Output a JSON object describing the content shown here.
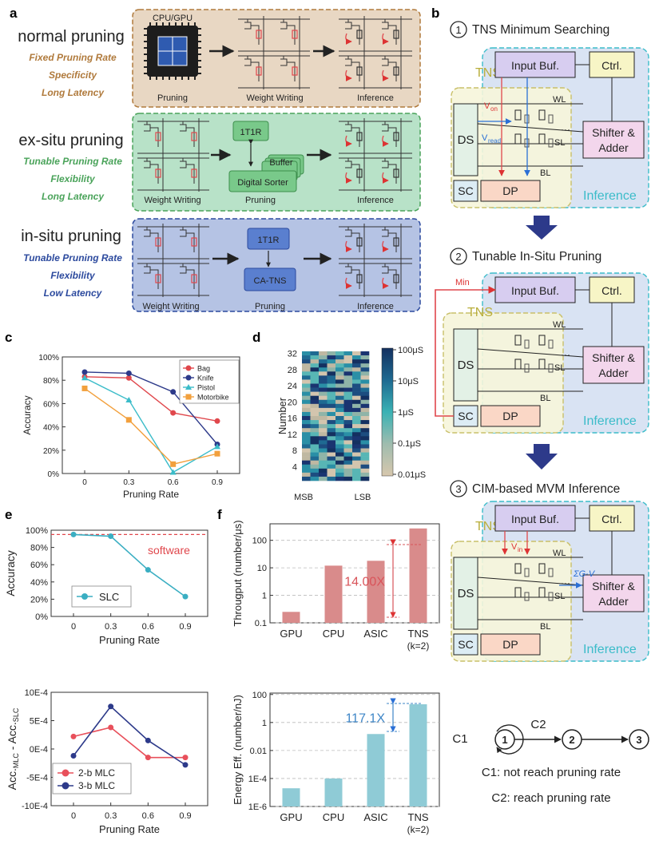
{
  "panel_labels": {
    "a": "a",
    "b": "b",
    "c": "c",
    "d": "d",
    "e": "e",
    "f": "f"
  },
  "colors": {
    "brown_bg": "#e8d7c3",
    "brown": "#b07a3c",
    "green_bg": "#b8e2c8",
    "green": "#4aa35a",
    "blue_bg": "#b5c3e4",
    "blue": "#2c4a9e",
    "red": "#e0474c",
    "navy": "#2d3a8a",
    "teal": "#3bbcc9",
    "orange": "#f2a03d",
    "bar_red": "#d98b8b",
    "bar_teal": "#8fcbd6",
    "inp": "#d7cdf0",
    "ctrl": "#f7f5c6",
    "sa": "#f3d6ec",
    "dp": "#fad7c6",
    "sc": "#dcecf4",
    "tns_bg": "#f6f5da"
  },
  "a": {
    "rows": [
      {
        "title": "normal pruning",
        "traits": [
          "Fixed Pruning Rate",
          "Specificity",
          "Long Latency"
        ],
        "chip": "CPU/GPU",
        "steps": [
          "Pruning",
          "Weight Writing",
          "Inference"
        ]
      },
      {
        "title": "ex-situ pruning",
        "traits": [
          "Tunable Pruning Rate",
          "Flexibility",
          "Long Latency"
        ],
        "steps": [
          "Weight Writing",
          "Pruning",
          "Inference"
        ],
        "box1": "1T1R",
        "box_buf": "Buffer",
        "box_sorter": "Digital Sorter"
      },
      {
        "title": "in-situ pruning",
        "traits": [
          "Tunable Pruning Rate",
          "Flexibility",
          "Low Latency"
        ],
        "steps": [
          "Weight Writing",
          "Pruning",
          "Inference"
        ],
        "box1": "1T1R",
        "box2": "CA-TNS"
      }
    ]
  },
  "b": {
    "steps": [
      {
        "num": "1",
        "title": "TNS Minimum Searching"
      },
      {
        "num": "2",
        "title": "Tunable In-Situ Pruning"
      },
      {
        "num": "3",
        "title": "CIM-based MVM Inference"
      }
    ],
    "blocks": {
      "inp": "Input Buf.",
      "ctrl": "Ctrl.",
      "ds": "DS",
      "sc": "SC",
      "dp": "DP",
      "shifter": "Shifter &",
      "adder": "Adder",
      "tns": "TNS",
      "inference": "Inference",
      "wl": "WL",
      "sl": "SL",
      "bl": "BL",
      "von": "V",
      "von_sub": "on",
      "vread": "V",
      "vread_sub": "read",
      "vin": "V",
      "vin_sub": "in",
      "min": "Min",
      "sum": "ΣG·V",
      "dots": "···"
    },
    "flow": {
      "n1": "1",
      "n2": "2",
      "n3": "3",
      "c1": "C1",
      "c2": "C2",
      "c1_desc": "C1: not reach pruning rate",
      "c2_desc": "C2: reach pruning rate"
    }
  },
  "chart_data": [
    {
      "id": "c",
      "type": "line",
      "xlabel": "Pruning Rate",
      "ylabel": "Accuracy",
      "x": [
        0,
        0.3,
        0.6,
        0.9
      ],
      "xticks": [
        "0",
        "0.3",
        "0.6",
        "0.9"
      ],
      "ylim": [
        0,
        100
      ],
      "yticks": [
        "0%",
        "20%",
        "40%",
        "60%",
        "80%",
        "100%"
      ],
      "legend_position": "top-right",
      "series": [
        {
          "name": "Bag",
          "color": "#e0474c",
          "marker": "circle",
          "values": [
            83,
            82,
            52,
            45
          ]
        },
        {
          "name": "Knife",
          "color": "#2d3a8a",
          "marker": "circle",
          "values": [
            87,
            86,
            70,
            25
          ]
        },
        {
          "name": "Pistol",
          "color": "#3bbcc9",
          "marker": "triangle",
          "values": [
            82,
            63,
            1,
            23
          ]
        },
        {
          "name": "Motorbike",
          "color": "#f2a03d",
          "marker": "square",
          "values": [
            73,
            46,
            8,
            17
          ]
        }
      ]
    },
    {
      "id": "d",
      "type": "heatmap",
      "ylabel": "Number",
      "xlabel_left": "MSB",
      "xlabel_right": "LSB",
      "yticks": [
        "4",
        "8",
        "12",
        "16",
        "20",
        "24",
        "28",
        "32"
      ],
      "colorbar": [
        "100μS",
        "10μS",
        "1μS",
        "0.1μS",
        "0.01μS"
      ],
      "rows": 32,
      "cols": 8
    },
    {
      "id": "e_top",
      "type": "line",
      "xlabel": "Pruning Rate",
      "ylabel": "Accuracy",
      "x": [
        0,
        0.3,
        0.6,
        0.9
      ],
      "xticks": [
        "0",
        "0.3",
        "0.6",
        "0.9"
      ],
      "ylim": [
        0,
        100
      ],
      "yticks": [
        "0%",
        "20%",
        "40%",
        "60%",
        "80%",
        "100%"
      ],
      "reference": {
        "label": "software",
        "value": 95
      },
      "series": [
        {
          "name": "SLC",
          "color": "#3aaec2",
          "values": [
            95,
            93,
            54,
            23
          ]
        }
      ]
    },
    {
      "id": "e_bottom",
      "type": "line",
      "xlabel": "Pruning Rate",
      "ylabel_parts": [
        "Acc.",
        "MLC",
        " - Acc.",
        "SLC"
      ],
      "x": [
        0,
        0.3,
        0.6,
        0.9
      ],
      "xticks": [
        "0",
        "0.3",
        "0.6",
        "0.9"
      ],
      "ylim": [
        -10,
        10
      ],
      "yticks": [
        "-10E-4",
        "-5E-4",
        "0E-4",
        "5E-4",
        "10E-4"
      ],
      "series": [
        {
          "name": "2-b MLC",
          "color": "#e8505b",
          "values": [
            2.2,
            3.8,
            -1.5,
            -1.5
          ]
        },
        {
          "name": "3-b MLC",
          "color": "#2d3a8a",
          "values": [
            -1.2,
            7.5,
            1.5,
            -2.8
          ]
        }
      ]
    },
    {
      "id": "f_top",
      "type": "bar",
      "ylabel": "Througput (number/μs)",
      "log": true,
      "categories": [
        "GPU",
        "CPU",
        "ASIC",
        "TNS"
      ],
      "category_sub": [
        "",
        "",
        "",
        "(k=2)"
      ],
      "values": [
        0.25,
        12,
        18,
        270
      ],
      "yticks": [
        "0.1",
        "1",
        "10",
        "100"
      ],
      "annotation": "14.00X",
      "color": "#d98b8b"
    },
    {
      "id": "f_bottom",
      "type": "bar",
      "ylabel": "Energy Eff. (number/nJ)",
      "log": true,
      "categories": [
        "GPU",
        "CPU",
        "ASIC",
        "TNS"
      ],
      "category_sub": [
        "",
        "",
        "",
        "(k=2)"
      ],
      "values": [
        2e-05,
        0.0001,
        0.15,
        20
      ],
      "yticks": [
        "1E-6",
        "1E-4",
        "0.01",
        "1",
        "100"
      ],
      "annotation": "117.1X",
      "color": "#8fcbd6"
    }
  ]
}
